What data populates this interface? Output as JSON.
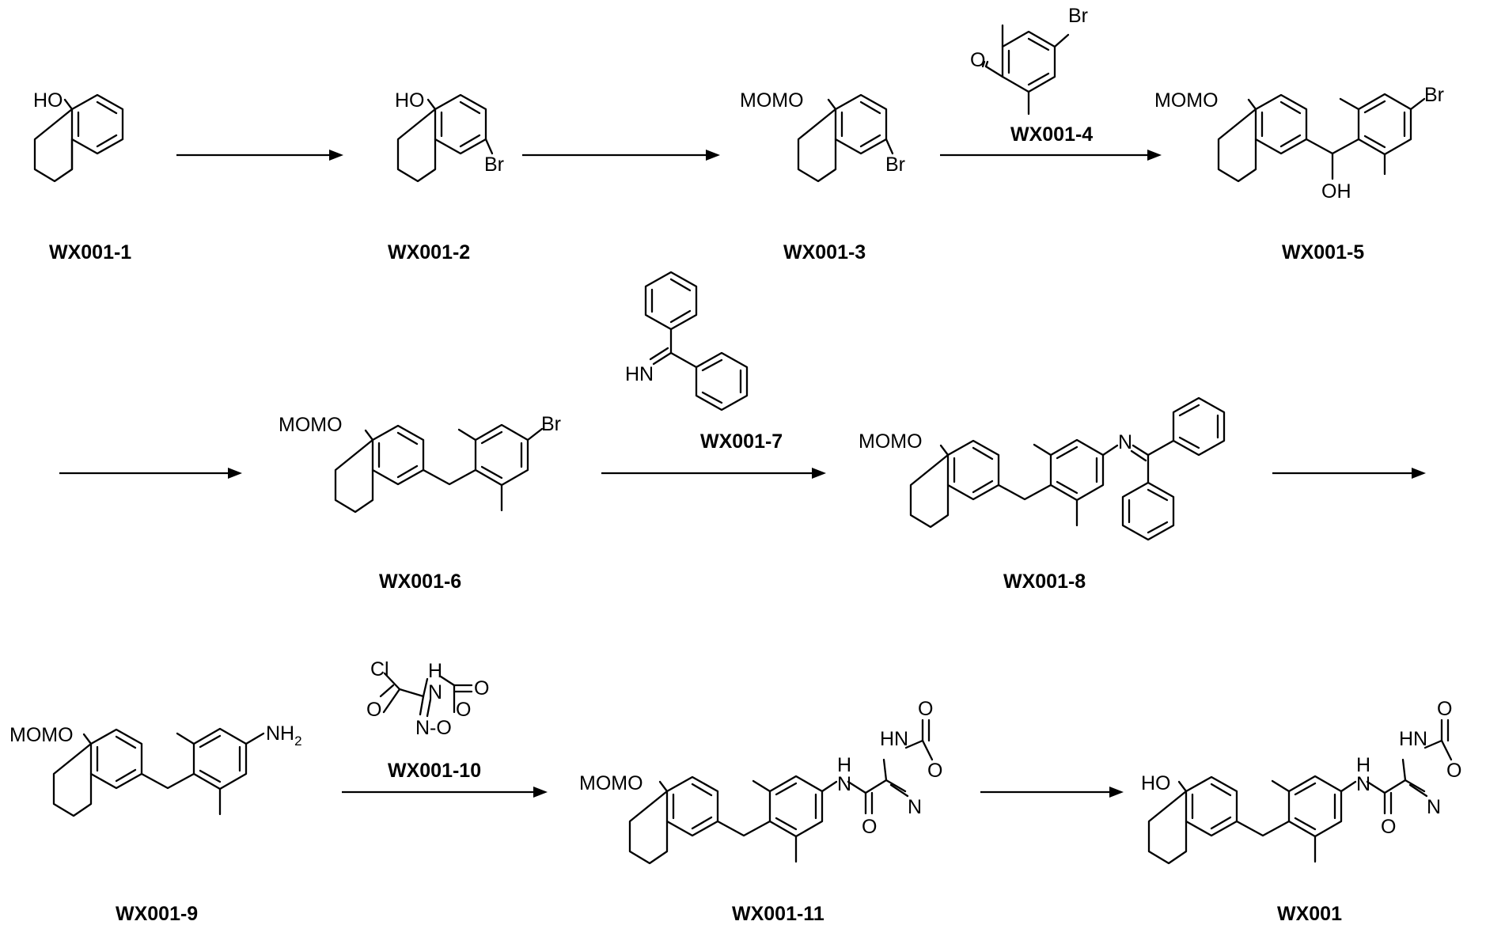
{
  "compounds": {
    "wx001_1": {
      "label": "WX001-1",
      "atoms": {
        "oh": "HO"
      }
    },
    "wx001_2": {
      "label": "WX001-2",
      "atoms": {
        "oh": "HO",
        "br": "Br"
      }
    },
    "wx001_3": {
      "label": "WX001-3",
      "atoms": {
        "momo": "MOMO",
        "br": "Br"
      }
    },
    "wx001_4": {
      "label": "WX001-4",
      "atoms": {
        "o": "O",
        "br": "Br"
      }
    },
    "wx001_5": {
      "label": "WX001-5",
      "atoms": {
        "momo": "MOMO",
        "oh": "OH",
        "br": "Br"
      }
    },
    "wx001_6": {
      "label": "WX001-6",
      "atoms": {
        "momo": "MOMO",
        "br": "Br"
      }
    },
    "wx001_7": {
      "label": "WX001-7",
      "atoms": {
        "hn": "HN"
      }
    },
    "wx001_8": {
      "label": "WX001-8",
      "atoms": {
        "momo": "MOMO",
        "n": "N"
      }
    },
    "wx001_9": {
      "label": "WX001-9",
      "atoms": {
        "momo": "MOMO",
        "nh": "NH",
        "sub2": "2"
      }
    },
    "wx001_10": {
      "label": "WX001-10",
      "atoms": {
        "cl": "Cl",
        "o_carbonyl": "O",
        "hn": "H",
        "n_ring": "N",
        "o_exo": "O",
        "no": "N-O",
        "o_ring": "O"
      }
    },
    "wx001_11": {
      "label": "WX001-11",
      "atoms": {
        "momo": "MOMO",
        "h": "H",
        "n": "N",
        "o_amide": "O",
        "hn": "HN",
        "o_exo": "O",
        "o_ring": "O",
        "n_ring": "N"
      }
    },
    "wx001": {
      "label": "WX001",
      "atoms": {
        "ho": "HO",
        "h": "H",
        "n": "N",
        "o_amide": "O",
        "hn": "HN",
        "o_exo": "O",
        "o_ring": "O",
        "n_ring": "N"
      }
    }
  }
}
